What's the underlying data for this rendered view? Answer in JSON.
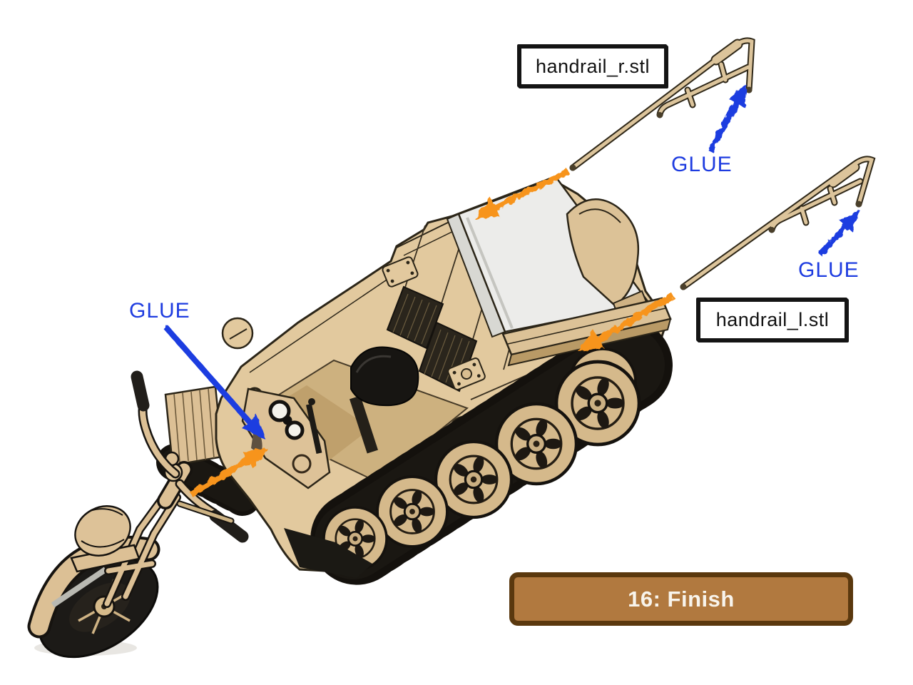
{
  "figure": {
    "type": "assembly-instruction-step",
    "step_banner": "16: Finish",
    "part_labels": {
      "handrail_right": "handrail_r.stl",
      "handrail_left": "handrail_l.stl"
    },
    "glue_label": "GLUE",
    "glue_annotation_count": 3,
    "attach_arrow_count": 3,
    "colors": {
      "background": "#ffffff",
      "body_tan": "#e2c99e",
      "body_shade": "#c7ab7a",
      "outline_dark": "#2b2518",
      "track_black": "#17130e",
      "cargo_panel": "#ececea",
      "arrow_orange": "#f7941d",
      "glue_blue": "#1e3ce0",
      "banner_fill": "#b1793f",
      "banner_border": "#5a380e",
      "banner_text": "#f8f4ec",
      "label_border": "#141414",
      "label_text": "#111111"
    }
  }
}
